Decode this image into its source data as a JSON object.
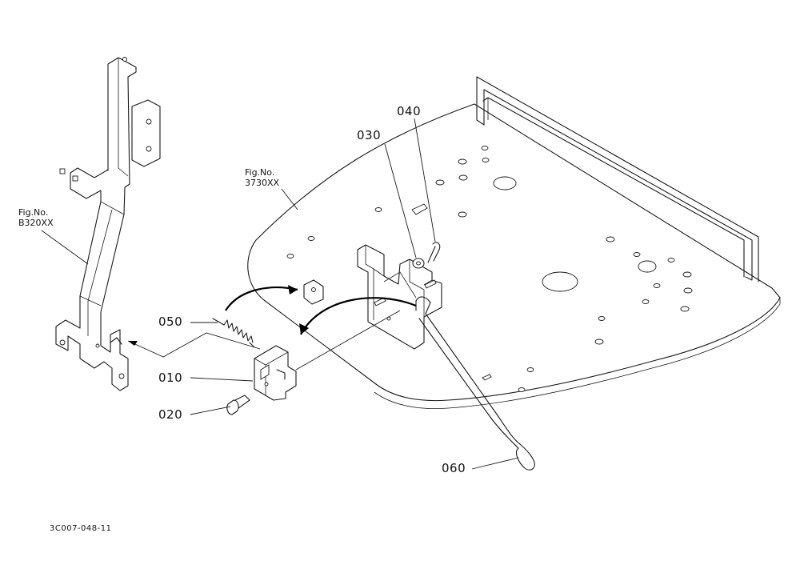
{
  "figure_refs": {
    "frame": {
      "line1": "Fig.No.",
      "line2": "B320XX"
    },
    "plate": {
      "line1": "Fig.No.",
      "line2": "3730XX"
    }
  },
  "callouts": {
    "p010": "010",
    "p020": "020",
    "p030": "030",
    "p040": "040",
    "p050": "050",
    "p060": "060"
  },
  "drawing_code": "3C007-048-11"
}
